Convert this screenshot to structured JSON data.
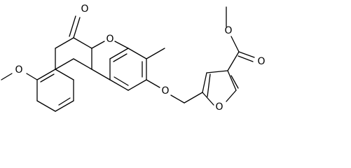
{
  "molecule": {
    "atom_labels": {
      "carbonyl_oxygen_top": "O",
      "lactone_ring_oxygen": "O",
      "methoxy_oxygen_left": "O",
      "ether_oxygen": "O",
      "furan_oxygen": "O",
      "ester_carbonyl_oxygen": "O",
      "ester_alkoxy_oxygen": "O"
    }
  }
}
